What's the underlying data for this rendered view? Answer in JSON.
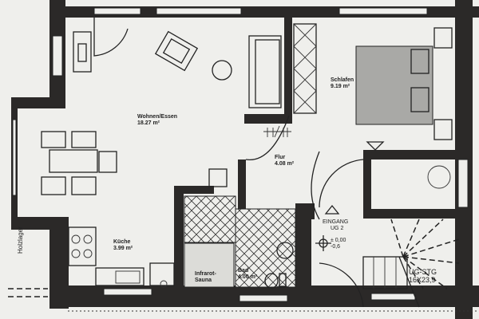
{
  "rooms": {
    "wohnen": {
      "name": "Wohnen/Essen",
      "area": "18.27 m²"
    },
    "schlafen": {
      "name": "Schlafen",
      "area": "9.19 m²"
    },
    "flur": {
      "name": "Flur",
      "area": "4.08 m²"
    },
    "kueche": {
      "name": "Küche",
      "area": "3.99 m²"
    },
    "sauna": {
      "name": "Infrarot-",
      "name2": "Sauna"
    },
    "bad": {
      "name": "Bad",
      "area": "4.00 m²"
    },
    "holzlager": {
      "name": "Holzlager"
    }
  },
  "entrance": {
    "label": "EINGANG",
    "sub": "UG 2",
    "level": "± 0,00",
    "level2": "-0,6"
  },
  "stair": {
    "label": "UG-STG",
    "dims": "16X23,9"
  },
  "colors": {
    "wall": "#2b2928",
    "paper": "#efefec"
  }
}
